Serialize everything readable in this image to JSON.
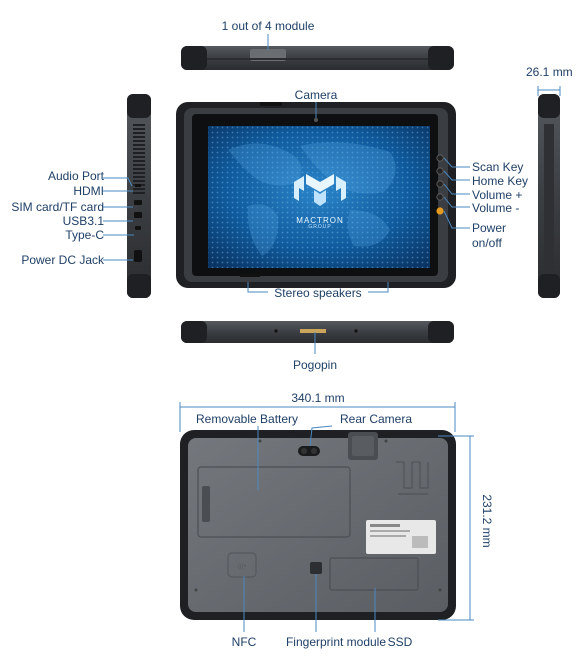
{
  "colors": {
    "label": "#1f3f66",
    "line": "#4a88c0",
    "body": "#3a3d41",
    "bumper": "#1f2124",
    "screen": "#0f4b86"
  },
  "logo": {
    "brand": "MACTRON",
    "sub": "GROUP"
  },
  "labels": {
    "top_module": "1 out of 4 module",
    "camera": "Camera",
    "depth": "26.1 mm",
    "audio_port": "Audio Port",
    "hdmi": "HDMI",
    "sim_card": "SIM card/TF card",
    "usb": "USB3.1",
    "type_c": "Type-C",
    "power_dc": "Power DC Jack",
    "scan_key": "Scan Key",
    "home_key": "Home Key",
    "volume_up": "Volume +",
    "volume_down": "Volume -",
    "power": "Power",
    "power_on_off": "on/off",
    "stereo_speakers": "Stereo speakers",
    "pogopin": "Pogopin",
    "width": "340.1 mm",
    "removable_battery": "Removable Battery",
    "rear_camera": "Rear Camera",
    "height": "231.2 mm",
    "nfc": "NFC",
    "fingerprint": "Fingerprint module",
    "ssd": "SSD"
  }
}
